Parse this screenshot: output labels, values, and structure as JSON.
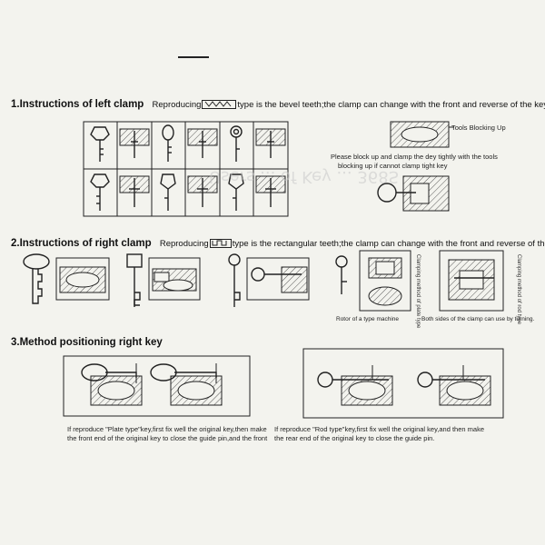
{
  "sections": [
    {
      "title": "1.Instructions of left clamp",
      "desc_before": "Reproducing",
      "desc_after": "type is the bevel teeth;the clamp can change with the front and reverse of the key."
    },
    {
      "title": "2.Instructions of right clamp",
      "desc_before": "Reproducing",
      "desc_after": "type is the rectangular teeth;the clamp can change with the front and reverse of the key."
    },
    {
      "title": "3.Method positioning right key",
      "desc_before": "",
      "desc_after": ""
    }
  ],
  "notes": {
    "tools_blocking_up": "Tools Blocking Up",
    "block_up_line1": "Please block up and clamp the dey tightly with the tools",
    "block_up_line2": "blocking up if cannot clamp tight key",
    "clamp_method_1": "Clamping method of plate type",
    "clamp_method_2": "Clamping method of rod type",
    "caption_left": "Rotor of a type machine",
    "caption_right": "Both sides of the clamp can use by turning.",
    "plate_type_line1": "If reproduce \"Plate type\"key,first fix well the original key,then make",
    "plate_type_line2": "the front end of the original key to close the guide pin,and the front",
    "plate_type_line3": "",
    "rod_type_line1": "If reproduce \"Rod type\"key,first fix well the original key,and then make",
    "rod_type_line2": "the rear end of the original key to close the guide pin."
  },
  "ghost_text": "Users ... of Key ... 368S",
  "icons": [
    "bevel-teeth-icon",
    "rectangular-teeth-icon"
  ]
}
